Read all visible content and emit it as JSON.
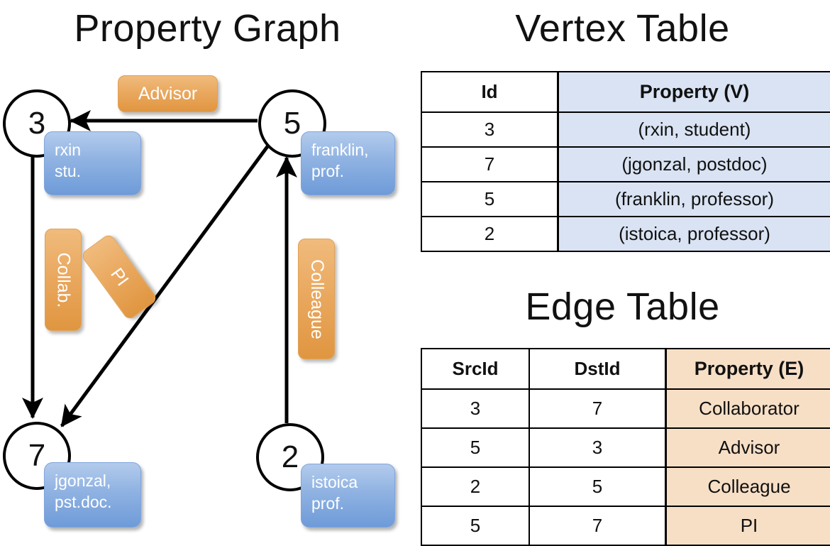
{
  "titles": {
    "property_graph": "Property Graph",
    "vertex_table": "Vertex Table",
    "edge_table": "Edge Table"
  },
  "graph": {
    "nodes": [
      {
        "id": "3",
        "property_lines": "rxin\nstu."
      },
      {
        "id": "5",
        "property_lines": "franklin,\nprof."
      },
      {
        "id": "7",
        "property_lines": "jgonzal,\npst.doc."
      },
      {
        "id": "2",
        "property_lines": "istoica\nprof."
      }
    ],
    "edge_labels": [
      {
        "label": "Advisor",
        "src": "5",
        "dst": "3"
      },
      {
        "label": "Collab.",
        "src": "3",
        "dst": "7"
      },
      {
        "label": "PI",
        "src": "5",
        "dst": "7"
      },
      {
        "label": "Colleague",
        "src": "2",
        "dst": "5"
      }
    ]
  },
  "vertex_table": {
    "headers": [
      "Id",
      "Property (V)"
    ],
    "rows": [
      [
        "3",
        "(rxin, student)"
      ],
      [
        "7",
        "(jgonzal, postdoc)"
      ],
      [
        "5",
        "(franklin, professor)"
      ],
      [
        "2",
        "(istoica, professor)"
      ]
    ]
  },
  "edge_table": {
    "headers": [
      "SrcId",
      "DstId",
      "Property (E)"
    ],
    "rows": [
      [
        "3",
        "7",
        "Collaborator"
      ],
      [
        "5",
        "3",
        "Advisor"
      ],
      [
        "2",
        "5",
        "Colleague"
      ],
      [
        "5",
        "7",
        "PI"
      ]
    ]
  },
  "colors": {
    "node_fill": "#ffffff",
    "node_stroke": "#000000",
    "property_box_top": "#b3cbec",
    "property_box_bottom": "#6e9bd8",
    "edge_label_top": "#f0bb7c",
    "edge_label_bottom": "#e09640",
    "vertex_property_fill": "#d9e3f3",
    "edge_property_fill": "#f7dfc6",
    "arrow": "#000000"
  }
}
